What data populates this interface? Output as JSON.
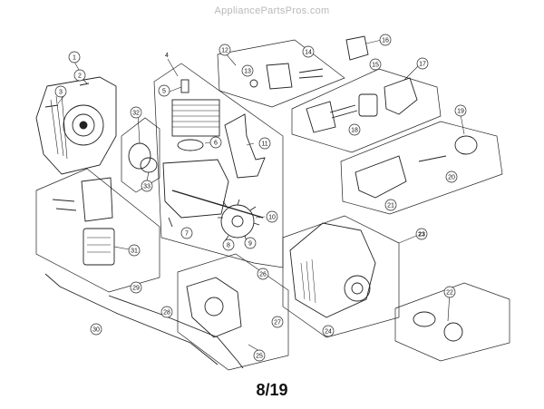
{
  "watermark": "AppliancePartsPros.com",
  "page_number": "8/19",
  "callouts": {
    "c1": "1",
    "c2": "2",
    "c3": "3",
    "c4": "4",
    "c5": "5",
    "c6": "6",
    "c7": "7",
    "c8": "8",
    "c9": "9",
    "c10": "10",
    "c11": "11",
    "c12": "12",
    "c13": "13",
    "c14": "14",
    "c15": "15",
    "c16": "16",
    "c17": "17",
    "c18": "18",
    "c19": "19",
    "c20": "20",
    "c21": "21",
    "c22": "22",
    "c23": "23",
    "c24": "24",
    "c25": "25",
    "c26": "26",
    "c27": "27",
    "c28": "28",
    "c29": "29",
    "c30": "30",
    "c31": "31",
    "c32": "32",
    "c33": "33"
  }
}
